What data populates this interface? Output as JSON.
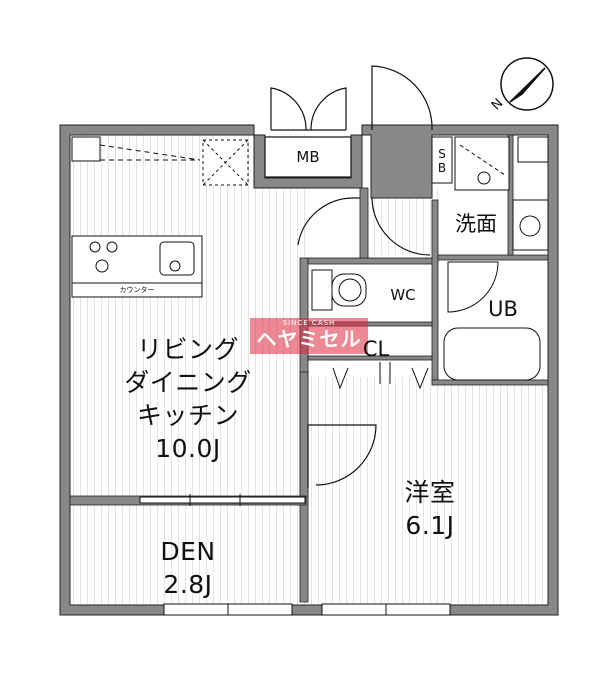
{
  "rooms": {
    "ldk": {
      "line1": "リビング",
      "line2": "ダイニング",
      "line3": "キッチン",
      "size": "10.0J"
    },
    "den": {
      "name": "DEN",
      "size": "2.8J"
    },
    "western": {
      "name": "洋室",
      "size": "6.1J"
    },
    "wc": "WC",
    "ub": "UB",
    "cl": "CL",
    "washroom": "洗面",
    "mb": "MB",
    "sb_top": "S",
    "sb_bottom": "B"
  },
  "counter_label": "カウンター",
  "compass": {
    "label": "N"
  },
  "watermark": {
    "top": "SINCE CASH",
    "main": "ヘヤミセル"
  },
  "colors": {
    "wall": "#888888",
    "wall_edge": "#222222",
    "floor_line": "#e2e2e2",
    "ink": "#111111",
    "watermark": "#dc283c"
  }
}
